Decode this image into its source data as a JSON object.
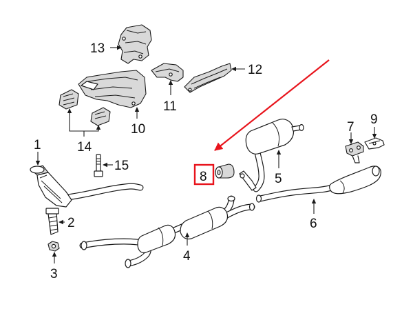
{
  "diagram": {
    "accent_color": "#e8141c",
    "highlighted_part": "8",
    "callouts": {
      "c1": "1",
      "c2": "2",
      "c3": "3",
      "c4": "4",
      "c5": "5",
      "c6": "6",
      "c7": "7",
      "c8": "8",
      "c9": "9",
      "c10": "10",
      "c11": "11",
      "c12": "12",
      "c13": "13",
      "c14": "14",
      "c15": "15"
    }
  }
}
